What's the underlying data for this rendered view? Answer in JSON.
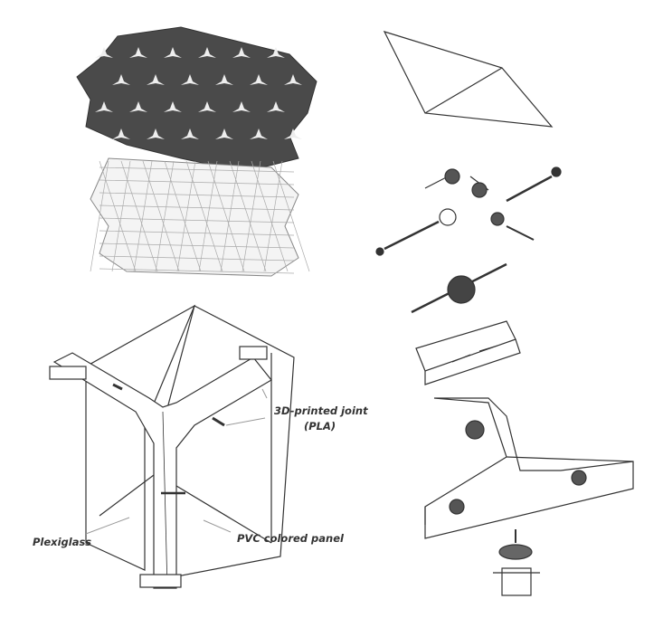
{
  "labels": {
    "joint_line1": "3D-printed joint",
    "joint_line2": "(PLA)",
    "plexiglass": "Plexiglass",
    "pvc_panel": "PVC colored panel"
  },
  "colors": {
    "line": "#333333",
    "dark_panel": "#4a4a4a",
    "leader": "#999999"
  }
}
